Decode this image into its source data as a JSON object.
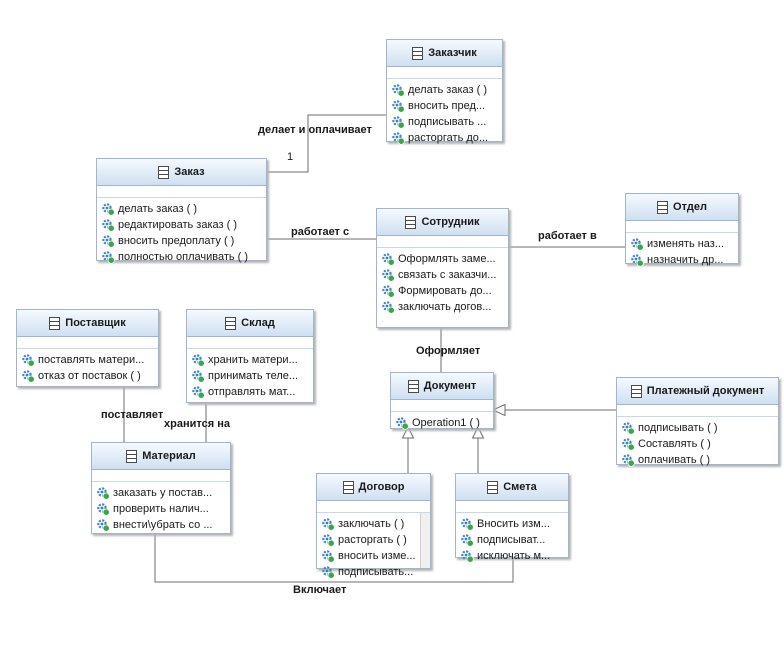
{
  "classes": {
    "zakazchik": {
      "title": "Заказчик",
      "ops": [
        "делать заказ ( )",
        "вносить пред...",
        "подписывать ...",
        "расторгать до..."
      ]
    },
    "zakaz": {
      "title": "Заказ",
      "ops": [
        "делать заказ ( )",
        "редактировать заказ ( )",
        "вносить предоплату ( )",
        "полностью оплачивать ( )"
      ]
    },
    "sotrudnik": {
      "title": "Сотрудник",
      "ops": [
        "Оформлять заме...",
        "связать с заказчи...",
        "Формировать до...",
        "заключать догов..."
      ]
    },
    "otdel": {
      "title": "Отдел",
      "ops": [
        "изменять наз...",
        "назначить др..."
      ]
    },
    "postavshchik": {
      "title": "Поставщик",
      "ops": [
        "поставлять матери...",
        "отказ от поставок ( )"
      ]
    },
    "sklad": {
      "title": "Склад",
      "ops": [
        "хранить матери...",
        "принимать теле...",
        "отправлять мат..."
      ]
    },
    "dokument": {
      "title": "Документ",
      "ops": [
        "Operation1 ( )"
      ]
    },
    "platezhnyi": {
      "title": "Платежный документ",
      "ops": [
        "подписывать ( )",
        "Составлять ( )",
        "оплачивать ( )"
      ]
    },
    "material": {
      "title": "Материал",
      "ops": [
        "заказать у постав...",
        "проверить налич...",
        "внести\\убрать со ..."
      ]
    },
    "dogovor": {
      "title": "Договор",
      "ops": [
        "заключать ( )",
        "расторгать ( )",
        "вносить изме...",
        "подписывать..."
      ]
    },
    "smeta": {
      "title": "Смета",
      "ops": [
        "Вносить изм...",
        "подписыват...",
        "исключать м..."
      ]
    }
  },
  "associations": {
    "delaet": "делает и оплачивает",
    "delaet_mult": "1",
    "rabotaet_s": "работает с",
    "rabotaet_v": "работает в",
    "oformlyaet": "Оформляет",
    "postavlyaet": "поставляет",
    "hranitsya": "хранится на",
    "vklyuchaet": "Включает"
  },
  "colors": {
    "border": "#9fb6cd",
    "header_top": "#f6fafe",
    "header_bottom": "#cfdff1",
    "line": "#6e6e6e",
    "op_icon": "#3a7fc2",
    "op_dot": "#3aa54a"
  },
  "icons": {
    "class": "class-icon",
    "operation": "operation-icon"
  }
}
